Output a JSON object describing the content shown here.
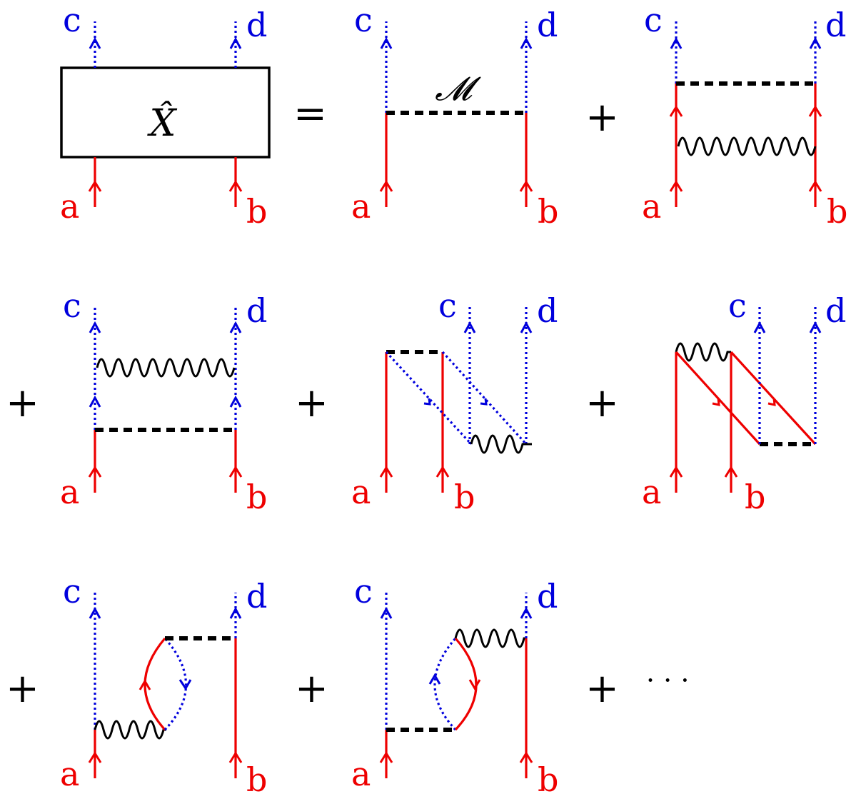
{
  "labels": {
    "a": "a",
    "b": "b",
    "c": "c",
    "d": "d"
  },
  "operator_symbol": "X̂",
  "interaction_symbol": "𝓜",
  "equals": "=",
  "plus": "+",
  "ellipsis": "· · ·",
  "colors": {
    "particle_line": "#ee0000",
    "hole_line": "#0000dd",
    "interaction": "#000000"
  }
}
